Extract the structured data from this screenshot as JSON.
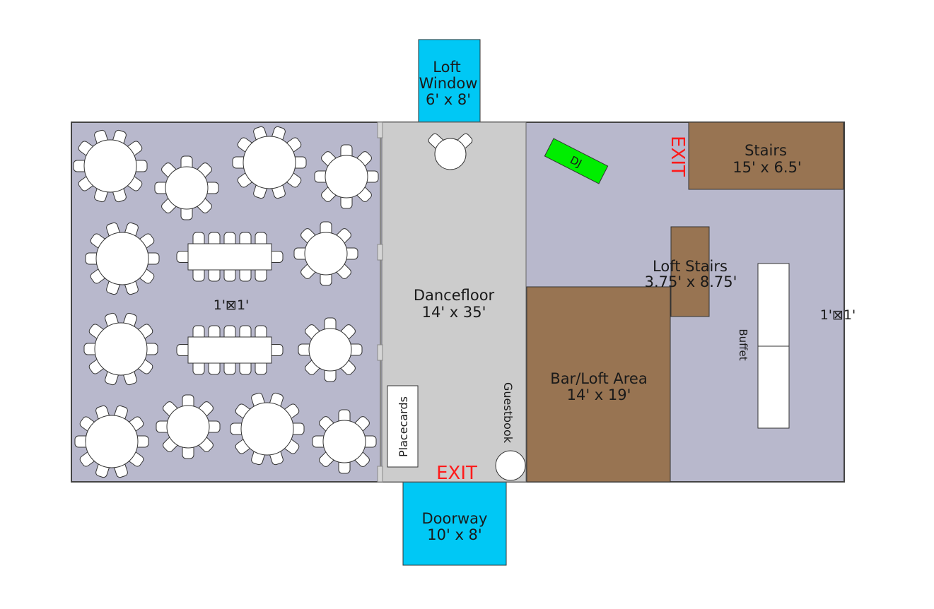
{
  "colors": {
    "floor": "#b8b8cc",
    "dancefloor": "#cccccc",
    "window": "#00c8f5",
    "wood": "#987452",
    "dj": "#00ee00",
    "exit": "#ff1a1a",
    "furniture": "#ffffff",
    "outline": "#333333"
  },
  "areas": {
    "loft_window": {
      "name": "Loft",
      "name2": "Window",
      "dims": "6' x 8'"
    },
    "dancefloor": {
      "name": "Dancefloor",
      "dims": "14' x 35'"
    },
    "doorway": {
      "name": "Doorway",
      "dims": "10' x 8'"
    },
    "stairs": {
      "name": "Stairs",
      "dims": "15' x 6.5'"
    },
    "loft_stairs": {
      "name": "Loft Stairs",
      "dims": "3.75' x 8.75'"
    },
    "bar": {
      "name": "Bar/Loft Area",
      "dims": "14' x 19'"
    }
  },
  "labels": {
    "dj": "DJ",
    "exit_top": "EXIT",
    "exit_bottom": "EXIT",
    "placecards": "Placecards",
    "guestbook": "Guestbook",
    "buffet": "Buffet",
    "scale_left": "1'⊠1'",
    "scale_right": "1'⊠1'"
  }
}
